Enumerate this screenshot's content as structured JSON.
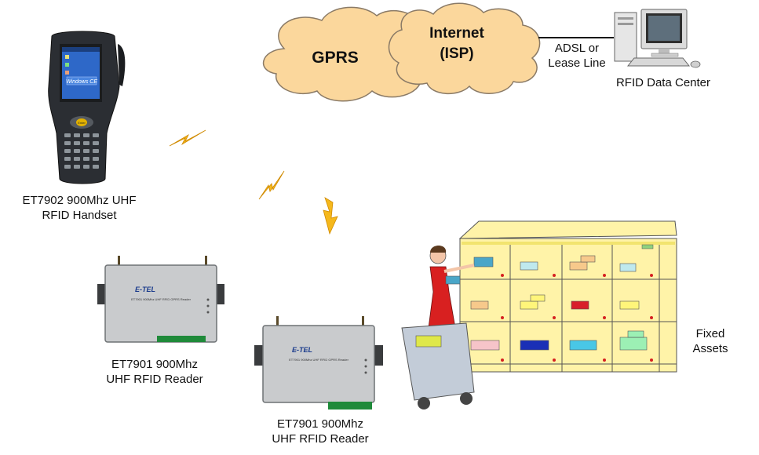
{
  "network": {
    "gprs_label": "GPRS",
    "internet_label_line1": "Internet",
    "internet_label_line2": "(ISP)",
    "link_label_line1": "ADSL or",
    "link_label_line2": "Lease Line"
  },
  "data_center": {
    "label": "RFID Data Center"
  },
  "handset": {
    "label_line1": "ET7902 900Mhz  UHF",
    "label_line2": "RFID Handset",
    "screen_text": "Windows CE",
    "ok_key": "Enter"
  },
  "reader_left": {
    "label_line1": "ET7901 900Mhz",
    "label_line2": "UHF RFID Reader",
    "brand": "E-TEL",
    "panel_title": "ET7901 900Mhz UHF RFID GPRS Reader"
  },
  "reader_bottom": {
    "label_line1": "ET7901 900Mhz",
    "label_line2": "UHF RFID Reader",
    "brand": "E-TEL",
    "panel_title": "ET7901 900Mhz UHF RFID GPRS Reader"
  },
  "assets": {
    "label_line1": "Fixed",
    "label_line2": "Assets"
  },
  "colors": {
    "cloud_fill": "#FBD79C",
    "cloud_stroke": "#8a7a66",
    "lightning": "#F5B81C",
    "shelf_fill": "#FFF3A8",
    "reader_body": "#C9CBCD",
    "handset_body": "#2b2e33"
  }
}
